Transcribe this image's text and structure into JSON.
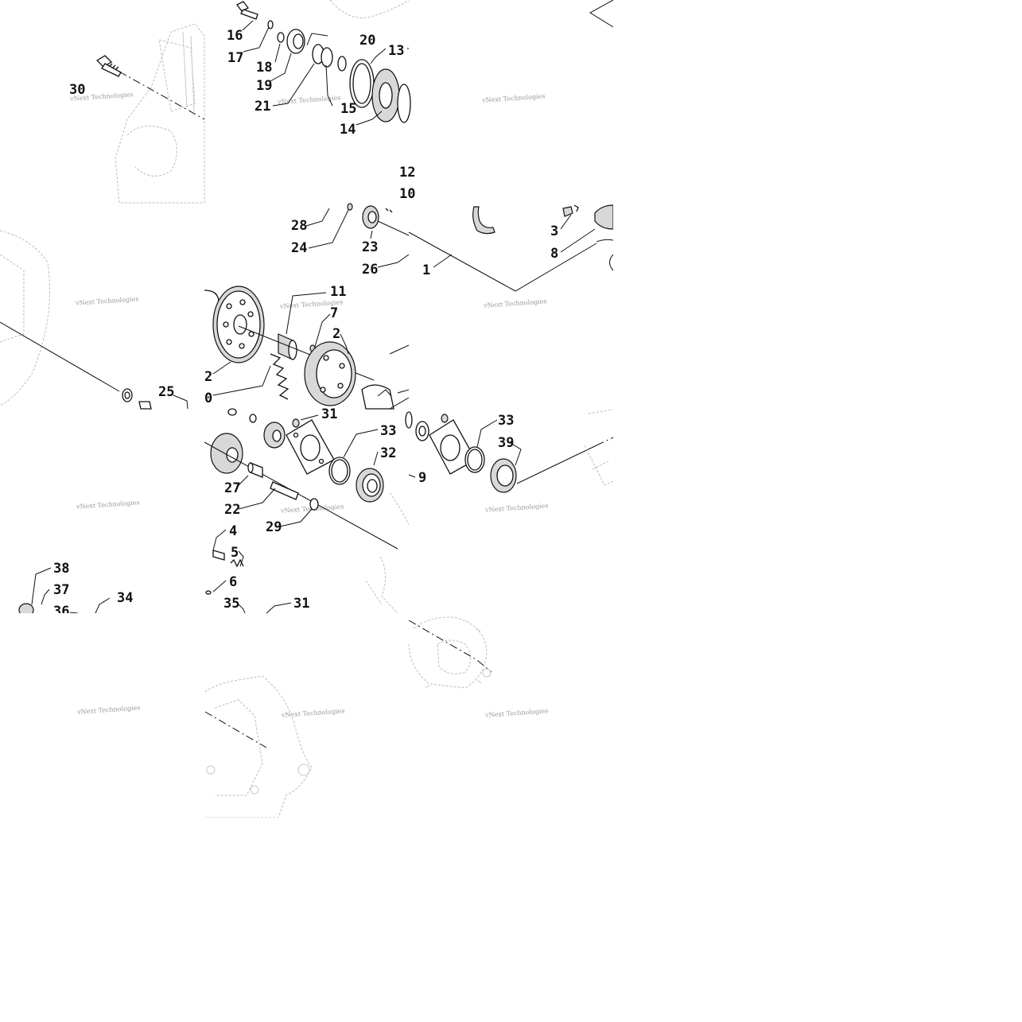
{
  "watermark": "vNext Technologies",
  "watermark_tiles": [
    {
      "col": 0,
      "row": 0
    },
    {
      "col": 2,
      "row": 0
    },
    {
      "col": 0,
      "row": 1
    },
    {
      "col": 1,
      "row": 1
    },
    {
      "col": 2,
      "row": 1
    },
    {
      "col": 0,
      "row": 2
    },
    {
      "col": 1,
      "row": 2
    },
    {
      "col": 2,
      "row": 2
    },
    {
      "col": 0,
      "row": 3
    },
    {
      "col": 1,
      "row": 3
    },
    {
      "col": 2,
      "row": 3
    }
  ],
  "callouts": [
    "16",
    "17",
    "18",
    "19",
    "20",
    "21",
    "15",
    "14",
    "13",
    "30",
    "28",
    "24",
    "23",
    "26",
    "1",
    "3",
    "8",
    "11",
    "7",
    "2",
    "2",
    "0",
    "25",
    "31",
    "33",
    "32",
    "27",
    "22",
    "29",
    "4",
    "5",
    "6",
    "35",
    "31",
    "9",
    "33",
    "39",
    "38",
    "37",
    "36",
    "34",
    "12",
    "10"
  ],
  "colors": {
    "ink": "#111111",
    "ghost": "#bdbdbd",
    "watermark": "#9a9a9a",
    "background": "#ffffff"
  }
}
